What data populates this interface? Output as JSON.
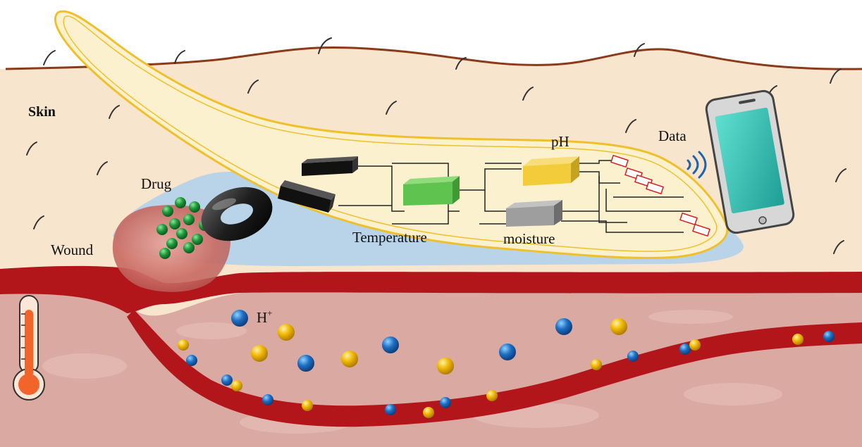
{
  "labels": {
    "skin": "Skin",
    "drug": "Drug",
    "wound": "Wound",
    "temperature": "Temperature",
    "moisture": "moisture",
    "ph": "pH",
    "data": "Data",
    "h_ion": "H",
    "h_ion_sup": "+"
  },
  "colors": {
    "skin_surface": "#f7e5ce",
    "skin_line": "#8b3a1a",
    "dermis": "#d9a9a2",
    "vessel": "#b3161a",
    "patch_fill": "#fbf1cf",
    "patch_outline": "#f0c02a",
    "hydrogel": "#b9d4e8",
    "ph_sensor": "#f2cc3a",
    "temp_sensor": "#5ec44f",
    "moisture_sensor": "#9e9e9e",
    "drug_particle": "#1f9a3a",
    "proton": "#1f6fc4",
    "ion_yellow": "#f0b800",
    "phone_screen": "#3cc2b3",
    "wireless": "#1e63b0"
  },
  "icons": [
    "thermometer-icon",
    "smartphone-icon",
    "wireless-signal-icon"
  ]
}
